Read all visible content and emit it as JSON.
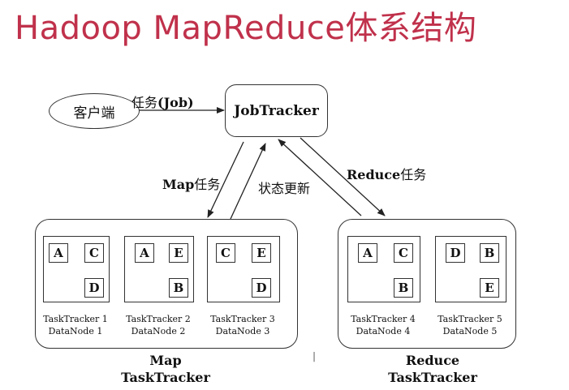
{
  "title": "Hadoop MapReduce体系结构",
  "client": {
    "label": "客户端"
  },
  "jobtracker": {
    "label": "JobTracker"
  },
  "edges": {
    "job_prefix": "任务",
    "job_suffix": "(Job)",
    "map_prefix": "Map",
    "map_suffix": "任务",
    "status": "状态更新",
    "reduce_prefix": "Reduce",
    "reduce_suffix": "任务"
  },
  "map_group": {
    "label_line1": "Map",
    "label_line2": "TaskTracker",
    "trackers": [
      {
        "blocks": [
          "A",
          "C",
          "D"
        ],
        "tracker": "TaskTracker 1",
        "datanode": "DataNode 1"
      },
      {
        "blocks": [
          "A",
          "E",
          "B"
        ],
        "tracker": "TaskTracker 2",
        "datanode": "DataNode 2"
      },
      {
        "blocks": [
          "C",
          "E",
          "D"
        ],
        "tracker": "TaskTracker 3",
        "datanode": "DataNode 3"
      }
    ]
  },
  "reduce_group": {
    "label_line1": "Reduce",
    "label_line2": "TaskTracker",
    "trackers": [
      {
        "blocks": [
          "A",
          "C",
          "B"
        ],
        "tracker": "TaskTracker 4",
        "datanode": "DataNode 4"
      },
      {
        "blocks": [
          "D",
          "B",
          "E"
        ],
        "tracker": "TaskTracker 5",
        "datanode": "DataNode 5"
      }
    ]
  },
  "separator": "|"
}
